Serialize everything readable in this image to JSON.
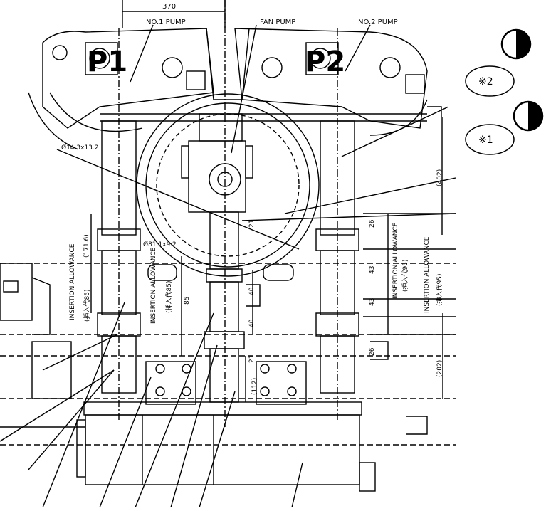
{
  "labels": {
    "top_dim": "370",
    "no1_pump": "NO.1 PUMP",
    "fan_pump": "FAN PUMP",
    "no2_pump": "NO.2 PUMP",
    "bolt_dim": "Ø14.3x13.2",
    "bore_dim": "Ø81.1x9.2",
    "insertion_left": "INSERTION ALLOWANCE",
    "insertion_left_jp": "(挿入代85)",
    "insertion_mid": "INSERTION ALLOWANCE",
    "insertion_mid_jp": "(挿入代85)",
    "insertion_right_a": "INSERTION ALLOWANCE",
    "insertion_right_a_jp": "(挿入代95)",
    "insertion_right_b": "INSERTION ALLOWANCE",
    "insertion_right_b_jp": "(挿入代95)",
    "dim_171_6": "(171.6)",
    "dim_85": "85",
    "dim_40a": "40",
    "dim_40b": "40",
    "dim_21a": "21",
    "dim_21b": "21",
    "dim_112": "(112)",
    "dim_26a": "26",
    "dim_26b": "26",
    "dim_43a": "43",
    "dim_43b": "43",
    "dim_402": "(402)",
    "dim_202": "(202)",
    "pump_p1": "P1",
    "pump_p2": "P2"
  },
  "callouts": {
    "note2": "※2",
    "note1": "※1"
  },
  "icons": {
    "half_circle_top": "half-filled-circle-icon",
    "half_circle_bottom": "half-filled-circle-icon"
  }
}
